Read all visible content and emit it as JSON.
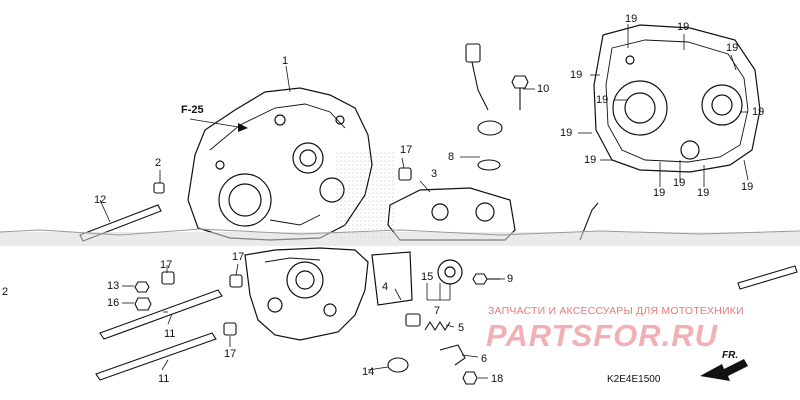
{
  "diagram": {
    "figure_ref": "F-25",
    "diagram_code": "K2E4E1500",
    "direction_label": "FR.",
    "part_numbers": {
      "p1": "1",
      "p2a": "2",
      "p2b": "2",
      "p3": "3",
      "p4": "4",
      "p5": "5",
      "p6": "6",
      "p7": "7",
      "p8": "8",
      "p9": "9",
      "p10": "10",
      "p11a": "11",
      "p11b": "11",
      "p12": "12",
      "p13": "13",
      "p14": "14",
      "p15": "15",
      "p16": "16",
      "p17a": "17",
      "p17b": "17",
      "p17c": "17",
      "p17d": "17",
      "p18": "18",
      "p19a": "19",
      "p19b": "19",
      "p19c": "19",
      "p19d": "19",
      "p19e": "19",
      "p19f": "19",
      "p19g": "19",
      "p19h": "19",
      "p19i": "19",
      "p19j": "19",
      "p19k": "19",
      "p19l": "19"
    }
  },
  "watermark": {
    "tagline": "ЗАПЧАСТИ И АКСЕССУАРЫ ДЛЯ МОТОТЕХНИКИ",
    "logo": "PARTSFOR.RU"
  }
}
